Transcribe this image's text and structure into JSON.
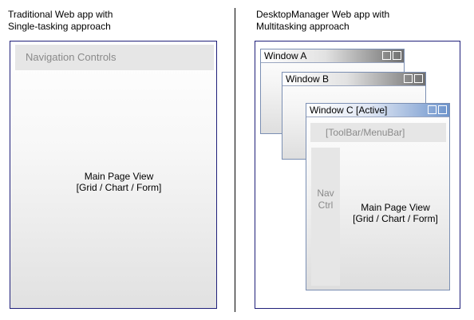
{
  "left": {
    "caption": "Traditional Web app with\nSingle-tasking approach",
    "nav_label": "Navigation Controls",
    "main_view": "Main Page View\n[Grid / Chart / Form]"
  },
  "right": {
    "caption": "DesktopManager Web app with\nMultitasking approach",
    "windows": [
      {
        "title": "Window A"
      },
      {
        "title": "Window B"
      },
      {
        "title": "Window C [Active]"
      }
    ],
    "toolbar_label": "[ToolBar/MenuBar]",
    "nav_ctrl_label": "Nav\nCtrl",
    "main_view": "Main Page View\n[Grid / Chart / Form]"
  }
}
